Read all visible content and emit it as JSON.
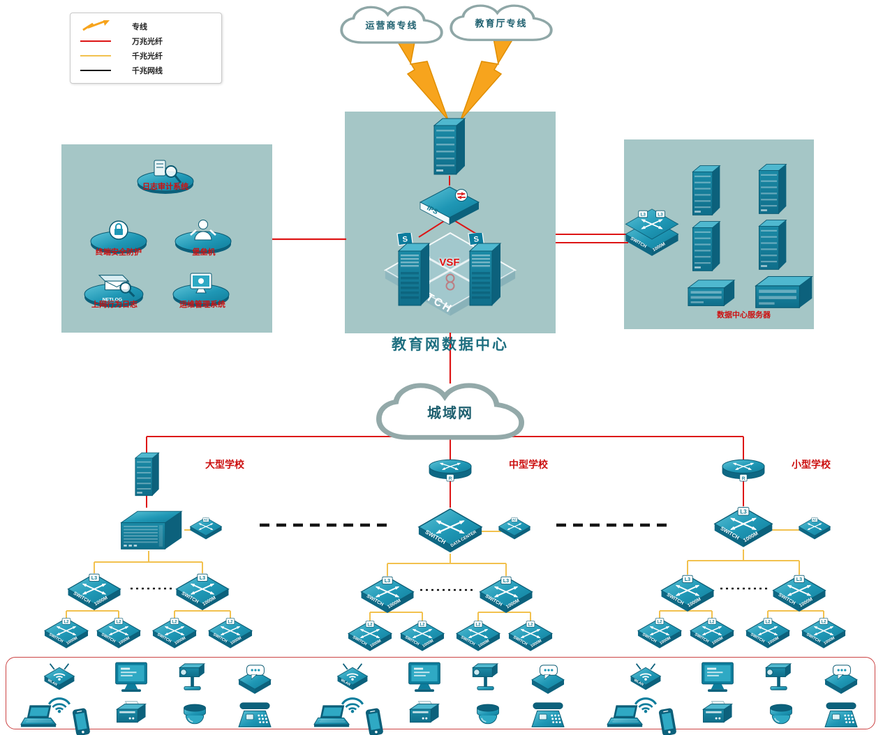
{
  "legend": {
    "items": [
      {
        "label": "专线"
      },
      {
        "label": "万兆光纤"
      },
      {
        "label": "千兆光纤"
      },
      {
        "label": "千兆网线"
      }
    ]
  },
  "clouds": {
    "isp": "运营商专线",
    "edu": "教育厅专线",
    "man": "城域网"
  },
  "datacenter": {
    "caption": "教育网数据中心",
    "vsf": "VSF",
    "switch": "SWITCH",
    "ips": "IPS",
    "s_flag": "S"
  },
  "security": {
    "log_audit": "日志审计系统",
    "terminal": "终端安全防护",
    "bastion": "堡垒机",
    "netlog_label": "上网行为日志",
    "netlog_icon": "NETLOG",
    "ops": "运维管理系统"
  },
  "servers": {
    "caption": "数据中心服务器"
  },
  "schools": {
    "large": "大型学校",
    "medium": "中型学校",
    "small": "小型学校"
  },
  "devices": {
    "switch_word": "SWITCH",
    "speed": "1000M",
    "l3": "L3",
    "l2": "L2",
    "ac": "AC",
    "router_badge": "R",
    "core_dc": "DATA CENTER",
    "wlan": "WLAN"
  },
  "colors": {
    "region": "#a5c6c6",
    "line_dedicated": "#f7a41d",
    "line_10g_fiber": "#dd1515",
    "line_1g_fiber": "#f2c14e",
    "line_1g_copper": "#151515",
    "device_teal": "#1f97b5",
    "label_red": "#cc1111",
    "caption_teal": "#1e6f80"
  }
}
